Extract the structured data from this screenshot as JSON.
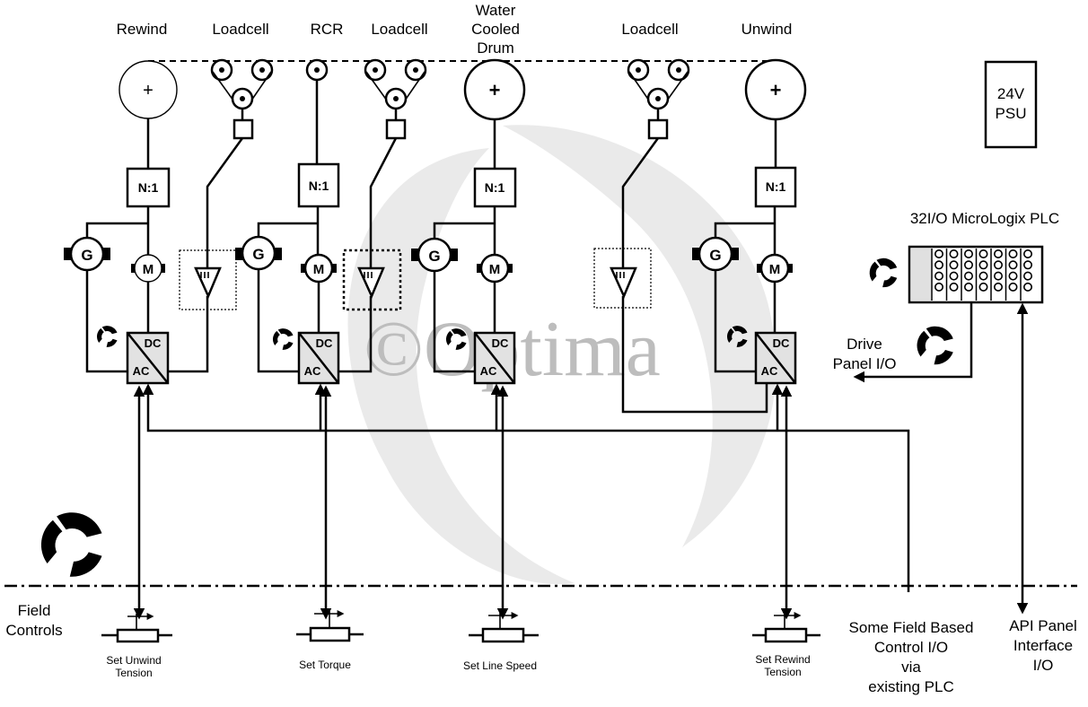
{
  "labels": {
    "rewind": "Rewind",
    "loadcell_1": "Loadcell",
    "rcr": "RCR",
    "loadcell_2": "Loadcell",
    "drum_line1": "Water",
    "drum_line2": "Cooled",
    "drum_line3": "Drum",
    "loadcell_3": "Loadcell",
    "unwind": "Unwind",
    "psu_line1": "24V",
    "psu_line2": "PSU",
    "plc": "32I/O MicroLogix PLC",
    "drive_panel_line1": "Drive",
    "drive_panel_line2": "Panel I/O",
    "field_controls_line1": "Field",
    "field_controls_line2": "Controls",
    "field_io_line1": "Some Field Based",
    "field_io_line2": "Control I/O",
    "field_io_line3": "via",
    "field_io_line4": "existing PLC",
    "api_line1": "API Panel",
    "api_line2": "Interface",
    "api_line3": "I/O",
    "watermark": "©Optima"
  },
  "gearbox_label": "N:1",
  "generator_label": "G",
  "motor_label": "M",
  "drive_dc_label": "DC",
  "drive_ac_label": "AC",
  "plus_symbol": "+",
  "controls": [
    {
      "line1": "Set Unwind",
      "line2": "Tension"
    },
    {
      "line1": "Set Torque",
      "line2": ""
    },
    {
      "line1": "Set Line Speed",
      "line2": ""
    },
    {
      "line1": "Set Rewind",
      "line2": "Tension"
    }
  ],
  "colors": {
    "line": "#000000",
    "watermark": "#bdbdbd",
    "drive_fill": "#e2e2e2"
  }
}
